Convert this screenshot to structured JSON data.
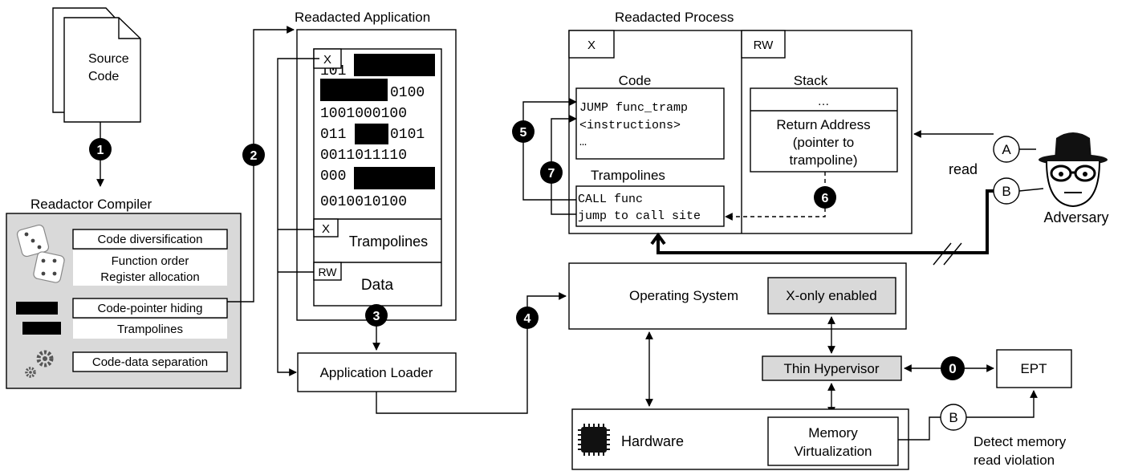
{
  "source": {
    "line1": "Source",
    "line2": "Code"
  },
  "compiler": {
    "title": "Readactor Compiler",
    "code_diversification": "Code diversification",
    "function_order": "Function order",
    "register_allocation": "Register allocation",
    "code_pointer_hiding": "Code-pointer hiding",
    "trampolines": "Trampolines",
    "code_data_separation": "Code-data separation"
  },
  "application": {
    "title": "Readacted Application",
    "x_tag": "X",
    "binary_rows": [
      "101",
      "0100",
      "1001000100",
      "011",
      "0101",
      "0011011110",
      "000",
      "0010010100"
    ],
    "trampolines_tag": "X",
    "trampolines_label": "Trampolines",
    "data_tag": "RW",
    "data_label": "Data"
  },
  "loader": {
    "label": "Application Loader"
  },
  "process": {
    "title": "Readacted Process",
    "x_tag": "X",
    "rw_tag": "RW",
    "code_title": "Code",
    "code_lines": [
      "JUMP func_tramp",
      "<instructions>",
      "…"
    ],
    "trampolines_title": "Trampolines",
    "tramp_lines": [
      "CALL func",
      "jump to call site"
    ],
    "stack_title": "Stack",
    "stack_ellipsis": "…",
    "return_address": [
      "Return Address",
      "(pointer to",
      "trampoline)"
    ]
  },
  "os": {
    "label": "Operating System",
    "xonly": "X-only enabled"
  },
  "hypervisor": {
    "label": "Thin Hypervisor"
  },
  "ept": {
    "label": "EPT"
  },
  "hardware": {
    "label": "Hardware"
  },
  "memory_virtualization": {
    "line1": "Memory",
    "line2": "Virtualization"
  },
  "adversary": {
    "label": "Adversary",
    "read_label": "read"
  },
  "detect": {
    "line1": "Detect memory",
    "line2": "read violation"
  },
  "steps": {
    "s0": "0",
    "s1": "1",
    "s2": "2",
    "s3": "3",
    "s4": "4",
    "s5": "5",
    "s6": "6",
    "s7": "7",
    "a": "A",
    "b1": "B",
    "b2": "B"
  }
}
